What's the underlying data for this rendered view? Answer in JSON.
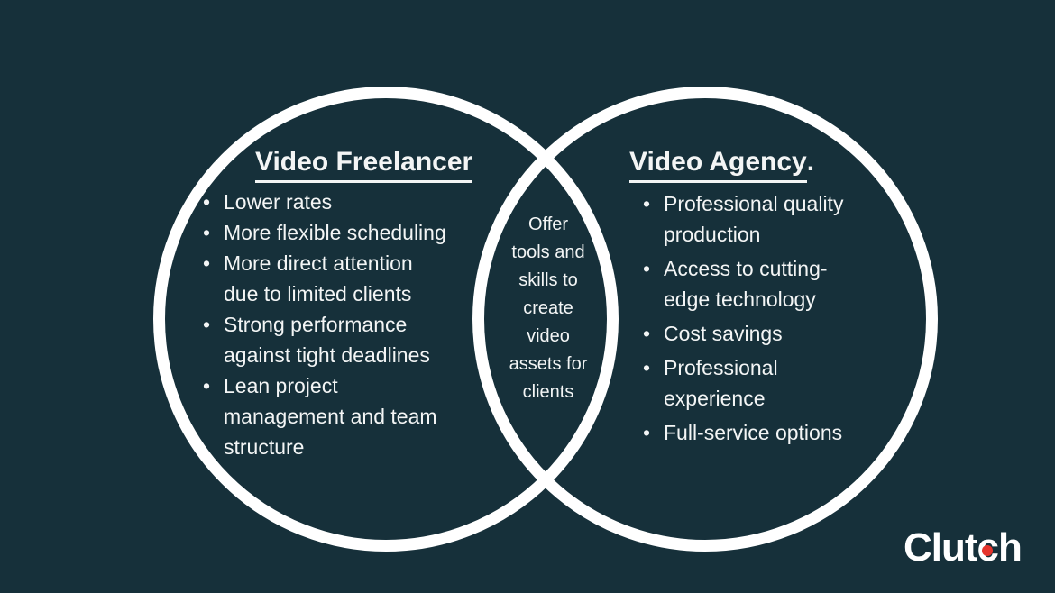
{
  "colors": {
    "bg": "#16303a",
    "ink": "#f3f5f5",
    "stroke": "#ffffff",
    "accent": "#e5342c"
  },
  "venn": {
    "left": {
      "title": "Video Freelancer",
      "items": [
        {
          "lines": [
            "Lower rates"
          ]
        },
        {
          "lines": [
            "More flexible scheduling"
          ]
        },
        {
          "lines": [
            "More direct attention",
            "due to limited clients"
          ]
        },
        {
          "lines": [
            "Strong performance",
            "against tight deadlines"
          ]
        },
        {
          "lines": [
            "Lean project",
            "management and team",
            "structure"
          ]
        }
      ]
    },
    "right": {
      "title": "Video Agency",
      "title_suffix": ".",
      "items": [
        {
          "lines": [
            "Professional quality",
            "production"
          ]
        },
        {
          "lines": [
            "Access to cutting-",
            "edge technology"
          ]
        },
        {
          "lines": [
            "Cost savings"
          ]
        },
        {
          "lines": [
            "Professional",
            "experience"
          ]
        },
        {
          "lines": [
            "Full-service options"
          ]
        }
      ]
    },
    "overlap": {
      "lines": [
        "Offer",
        "tools and",
        "skills to",
        "create",
        "video",
        "assets for",
        "clients"
      ]
    }
  },
  "logo": {
    "part1": "Clut",
    "part2": "c",
    "part3": "h"
  }
}
